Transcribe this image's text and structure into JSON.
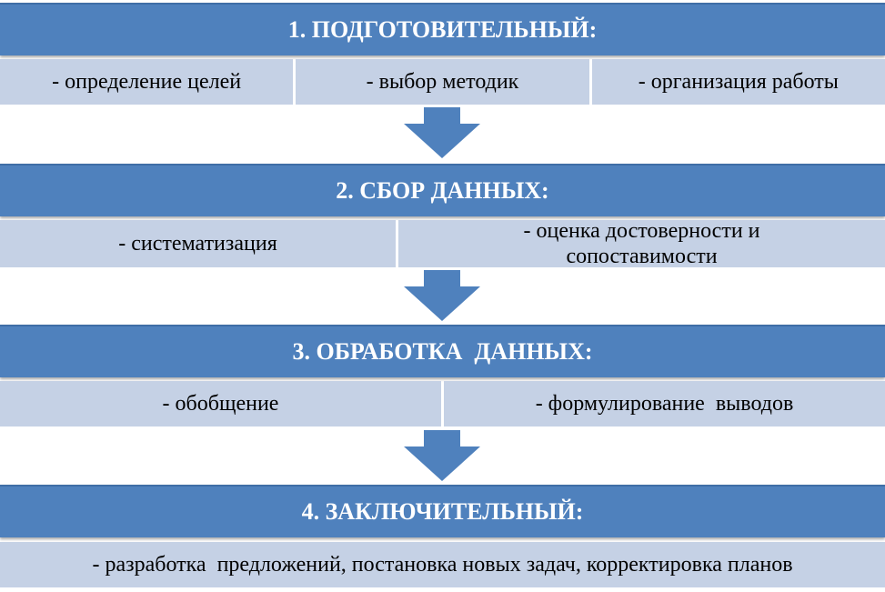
{
  "colors": {
    "header": "#4f81bd",
    "cell": "#c5d1e5",
    "arrow": "#4f81bd"
  },
  "stages": [
    {
      "title": "1. ПОДГОТОВИТЕЛЬНЫЙ:",
      "items": [
        "- определение целей",
        "- выбор методик",
        "- организация работы"
      ]
    },
    {
      "title": "2. СБОР ДАННЫХ:",
      "items": [
        "- систематизация",
        "- оценка достоверности и сопоставимости"
      ]
    },
    {
      "title": "3. ОБРАБОТКА  ДАННЫХ:",
      "items": [
        "- обобщение",
        "- формулирование  выводов"
      ]
    },
    {
      "title": "4. ЗАКЛЮЧИТЕЛЬНЫЙ:",
      "items": [
        "- разработка  предложений, постановка новых задач, корректировка планов"
      ]
    }
  ]
}
